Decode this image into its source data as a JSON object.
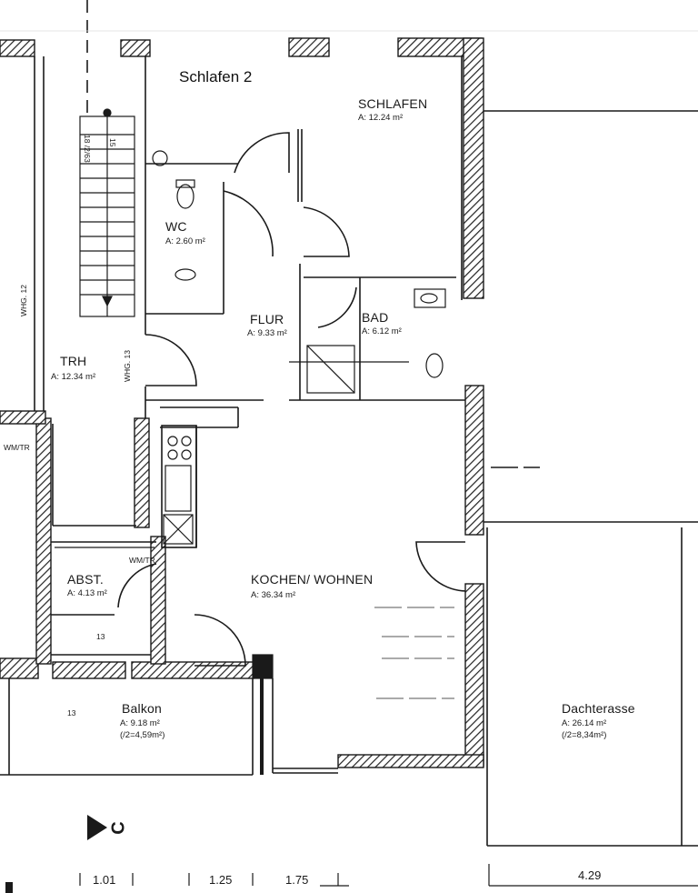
{
  "handwritten_label": "Schlafen 2",
  "rooms": {
    "schlafen": {
      "name": "SCHLAFEN",
      "area": "A: 12.24 m²"
    },
    "wc": {
      "name": "WC",
      "area": "A: 2.60 m²"
    },
    "flur": {
      "name": "FLUR",
      "area": "A: 9.33 m²"
    },
    "bad": {
      "name": "BAD",
      "area": "A: 6.12 m²"
    },
    "trh": {
      "name": "TRH",
      "area": "A: 12.34 m²"
    },
    "abst": {
      "name": "ABST.",
      "area": "A: 4.13 m²"
    },
    "kochen_wohnen": {
      "name": "KOCHEN/ WOHNEN",
      "area": "A: 36.34 m²"
    },
    "balkon": {
      "name": "Balkon",
      "area": "A: 9.18 m²",
      "area_half": "(/2=4,59m²)"
    },
    "dachterasse": {
      "name": "Dachterasse",
      "area": "A: 26.14 m²",
      "area_half": "(/2=8,34m²)"
    }
  },
  "apartment_labels": {
    "whg12": "WHG. 12",
    "whg13": "WHG. 13"
  },
  "stair_marks": {
    "steps": "18 /2/63",
    "fifteen": "15"
  },
  "misc_labels": {
    "wmtr_left": "WM/TR",
    "wmtr_abst": "WM/TR",
    "num_13a": "13",
    "num_13b": "13"
  },
  "section_marker": "C",
  "dimensions": [
    "1.01",
    "1.25",
    "1.75",
    "4.29"
  ],
  "colors": {
    "line": "#1a1a1a",
    "hatch": "#2b2b2b",
    "paper": "#ffffff"
  }
}
